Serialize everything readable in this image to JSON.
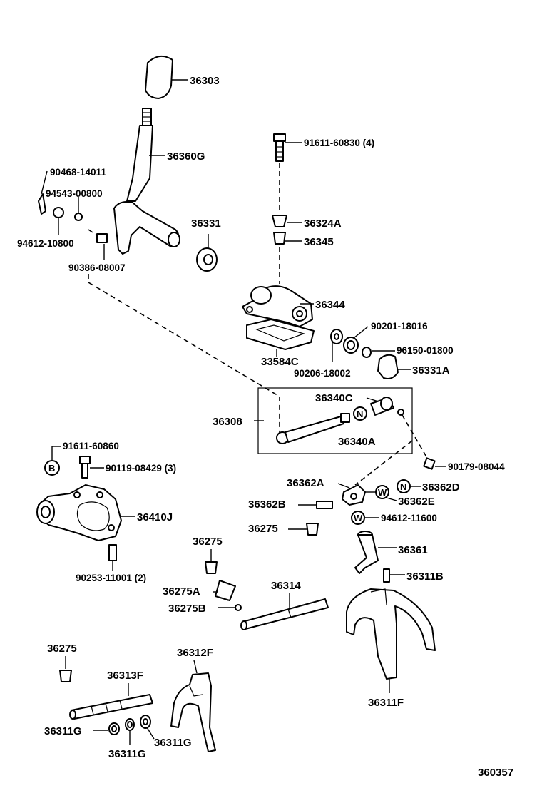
{
  "diagram": {
    "id": "360357",
    "labels": {
      "knob": "36303",
      "lever": "36360G",
      "pin": "90468-14011",
      "washer": "94543-00800",
      "nut": "94612-10800",
      "bushing": "90386-08007",
      "seal_36331": "36331",
      "bolt_top": "91611-60830 (4)",
      "cap_36324a": "36324A",
      "bush_36345": "36345",
      "housing_36344": "36344",
      "gasket": "33584C",
      "ring_90201": "90201-18016",
      "ring_90206": "90206-18002",
      "ring_96150": "96150-01800",
      "cap_36331a": "36331A",
      "assy_36308": "36308",
      "part_36340c": "36340C",
      "part_36340a": "36340A",
      "nut_90179": "90179-08044",
      "bolt_91611_60860": "91611-60860",
      "bolt_90119": "90119-08429 (3)",
      "case_36410j": "36410J",
      "pin_90253": "90253-11001 (2)",
      "part_36362a": "36362A",
      "part_36362b": "36362B",
      "part_36362d": "36362D",
      "part_36362e": "36362E",
      "nut_94612_11600": "94612-11600",
      "plug_36275_mid": "36275",
      "plug_36275_left": "36275",
      "plug_36275_top": "36275",
      "spring_36275a": "36275A",
      "ball_36275b": "36275B",
      "lever_36361": "36361",
      "pin_36311b": "36311B",
      "shaft_36314": "36314",
      "fork_36311f": "36311F",
      "fork_36312f": "36312F",
      "shaft_36313f": "36313F",
      "ring_36311g_a": "36311G",
      "ring_36311g_b": "36311G",
      "ring_36311g_c": "36311G"
    },
    "markers": {
      "b": "B",
      "n1": "N",
      "n2": "N",
      "w1": "W",
      "w2": "W"
    }
  }
}
